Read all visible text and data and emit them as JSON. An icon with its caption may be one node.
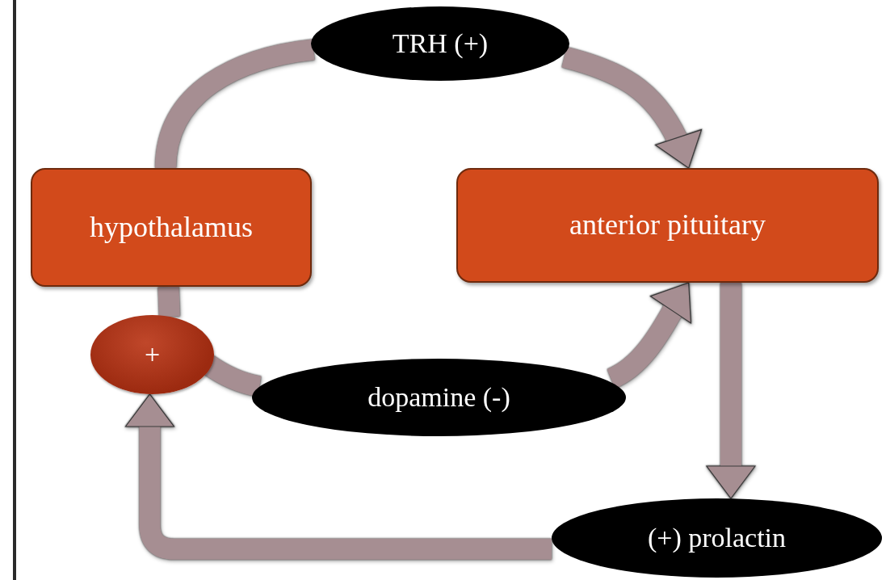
{
  "diagram": {
    "nodes": [
      {
        "text": [
          "TRH (+)"
        ]
      },
      {
        "text": [
          "hypothalamus"
        ]
      },
      {
        "text": [
          "anterior pituitary"
        ]
      },
      {
        "text": [
          "+"
        ]
      },
      {
        "text": [
          "dopamine (-)"
        ]
      },
      {
        "text": [
          "(+) prolactin"
        ]
      }
    ],
    "edges": [
      {
        "from": 1,
        "to": 0,
        "arrow": "none"
      },
      {
        "from": 0,
        "to": 2,
        "arrow": "to"
      },
      {
        "from": 1,
        "to": 3,
        "arrow": "none"
      },
      {
        "from": 3,
        "to": 4,
        "arrow": "none"
      },
      {
        "from": 4,
        "to": 2,
        "arrow": "to"
      },
      {
        "from": 2,
        "to": 5,
        "arrow": "to"
      },
      {
        "from": 5,
        "to": 3,
        "arrow": "to"
      }
    ]
  }
}
